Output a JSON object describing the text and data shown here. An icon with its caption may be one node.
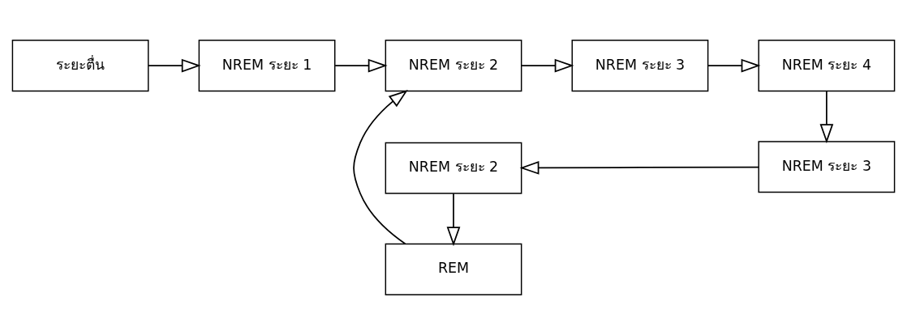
{
  "diagram": {
    "nodes": [
      {
        "text": [
          "ระยะตื่น"
        ]
      },
      {
        "text": [
          "NREM ระยะ 1"
        ]
      },
      {
        "text": [
          "NREM ระยะ 2"
        ]
      },
      {
        "text": [
          "NREM ระยะ 3"
        ]
      },
      {
        "text": [
          "NREM ระยะ 4"
        ]
      },
      {
        "text": [
          "REM"
        ]
      },
      {
        "text": [
          "NREM ระยะ 2"
        ]
      },
      {
        "text": [
          "NREM ระยะ 3"
        ]
      }
    ],
    "edges": [
      {
        "from": 0,
        "to": 1,
        "arrow": "to"
      },
      {
        "from": 1,
        "to": 2,
        "arrow": "to"
      },
      {
        "from": 2,
        "to": 3,
        "arrow": "to"
      },
      {
        "from": 3,
        "to": 4,
        "arrow": "to"
      },
      {
        "from": 4,
        "to": 7,
        "arrow": "to"
      },
      {
        "from": 7,
        "to": 6,
        "arrow": "to"
      },
      {
        "from": 6,
        "to": 5,
        "arrow": "to"
      },
      {
        "from": 5,
        "to": 2,
        "arrow": "to"
      }
    ]
  }
}
